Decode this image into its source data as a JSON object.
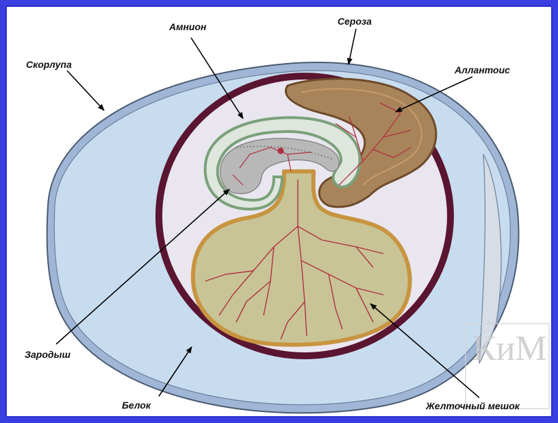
{
  "labels": {
    "shell": "Скорлупа",
    "amnion": "Амнион",
    "serosa": "Сероза",
    "allantois": "Аллантоис",
    "embryo": "Зародыш",
    "albumen": "Белок",
    "yolk_sac": "Желточный мешок"
  },
  "watermark": {
    "letters": "КиМ"
  },
  "colors": {
    "frame": "#3a3fe0",
    "shell": "#b9cfe6",
    "albumen": "#c8dcef",
    "serosa": "#5a1530",
    "cavity": "#e9e6ef",
    "allantois": "#a8845a",
    "yolk": "#c8c496",
    "yolk_rim": "#c89440",
    "amnion": "#7aa17a",
    "vessels": "#b03040"
  }
}
